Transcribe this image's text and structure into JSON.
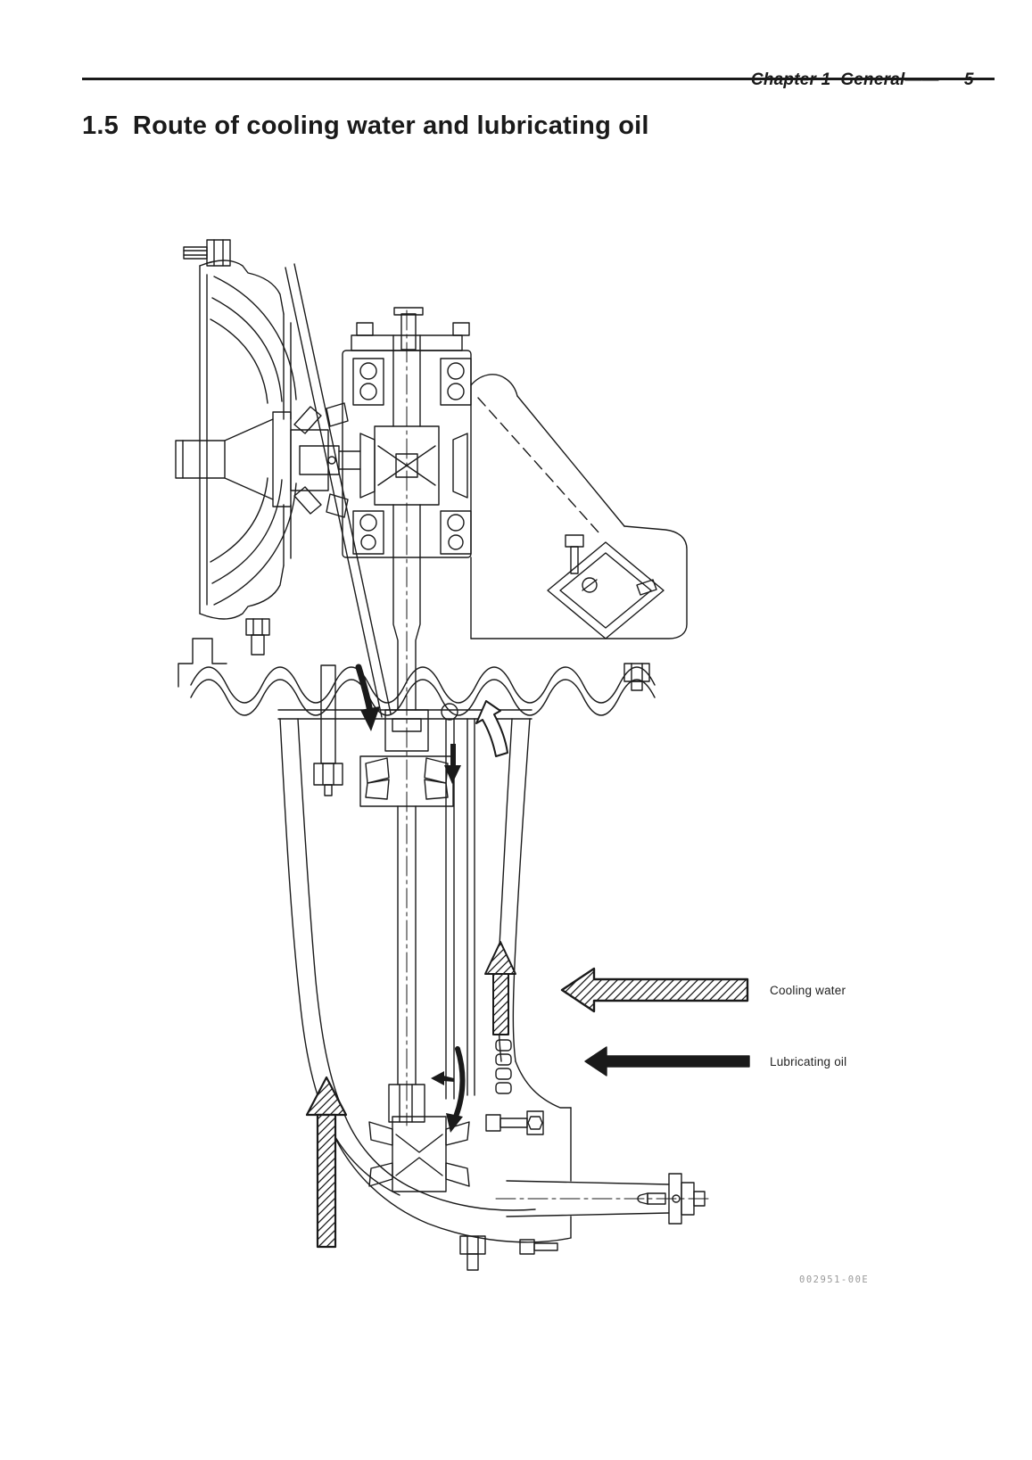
{
  "header": {
    "chapter_title": "Chapter 1  General",
    "dash": "——",
    "page_number": "5"
  },
  "section": {
    "number": "1.5",
    "title": "Route of cooling water and lubricating oil"
  },
  "figure": {
    "description": "Cross-section line drawing of sterndrive showing flow routes",
    "code": "002951-00E",
    "legend": [
      {
        "label": "Cooling water",
        "icon": "hatched-left-arrow-icon"
      },
      {
        "label": "Lubricating oil",
        "icon": "solid-left-arrow-icon"
      }
    ]
  },
  "colors": {
    "ink": "#1a1a1a",
    "figure_code_gray": "#999999",
    "paper": "#ffffff"
  }
}
